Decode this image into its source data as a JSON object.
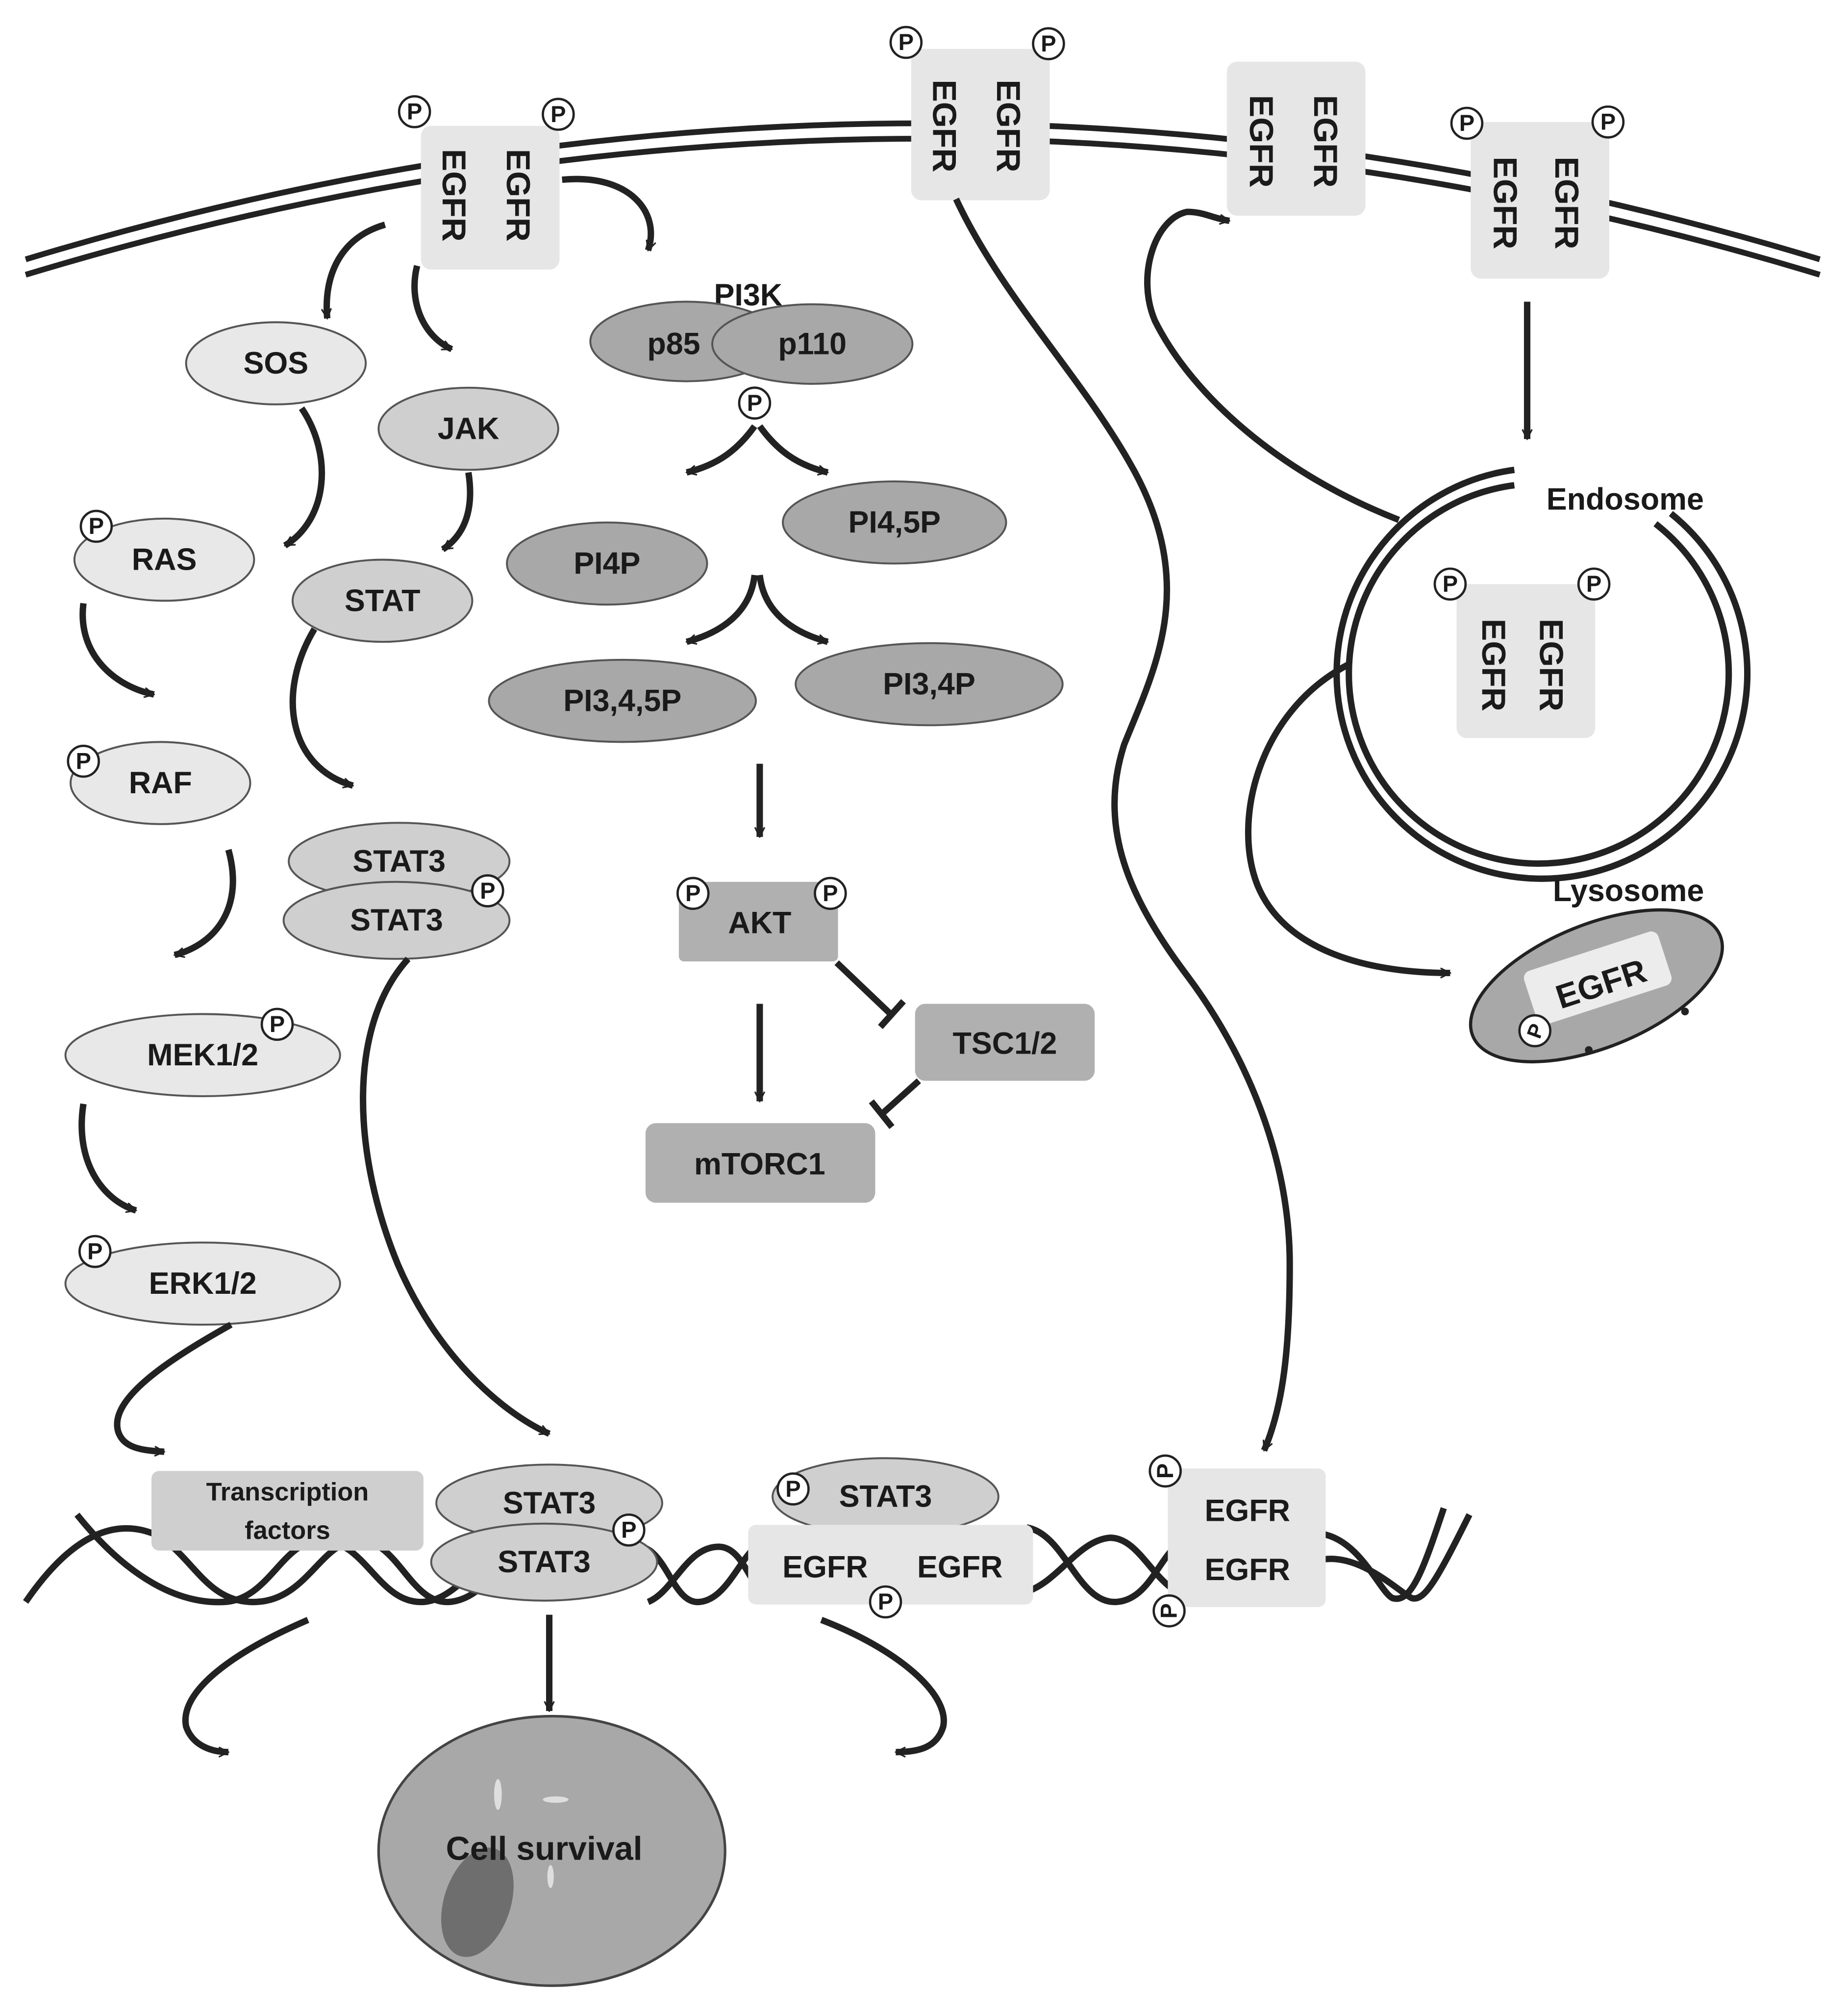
{
  "receptor": "EGFR",
  "phospho": "P",
  "colors": {
    "light_node": "#e8e8e8",
    "mid_node": "#cfcfcf",
    "dark_node": "#a8a8a8",
    "box": "#e6e6e6",
    "mtor_box": "#b0b0b0",
    "outline": "#555555",
    "line": "#222222"
  },
  "mapk": {
    "sos": "SOS",
    "ras": "RAS",
    "raf": "RAF",
    "mek": "MEK1/2",
    "erk": "ERK1/2"
  },
  "jak_stat": {
    "jak": "JAK",
    "stat": "STAT",
    "stat3": "STAT3"
  },
  "pi3k": {
    "title": "PI3K",
    "p85": "p85",
    "p110": "p110",
    "pi45p": "PI4,5P",
    "pi4p": "PI4P",
    "pi345p": "PI3,4,5P",
    "pi34p": "PI3,4P",
    "akt": "AKT",
    "tsc": "TSC1/2",
    "mtorc1": "mTORC1"
  },
  "compartments": {
    "endosome": "Endosome",
    "lysosome": "Lysosome"
  },
  "nucleus": {
    "tf_line1": "Transcription",
    "tf_line2": "factors",
    "cell_survival": "Cell survival"
  }
}
